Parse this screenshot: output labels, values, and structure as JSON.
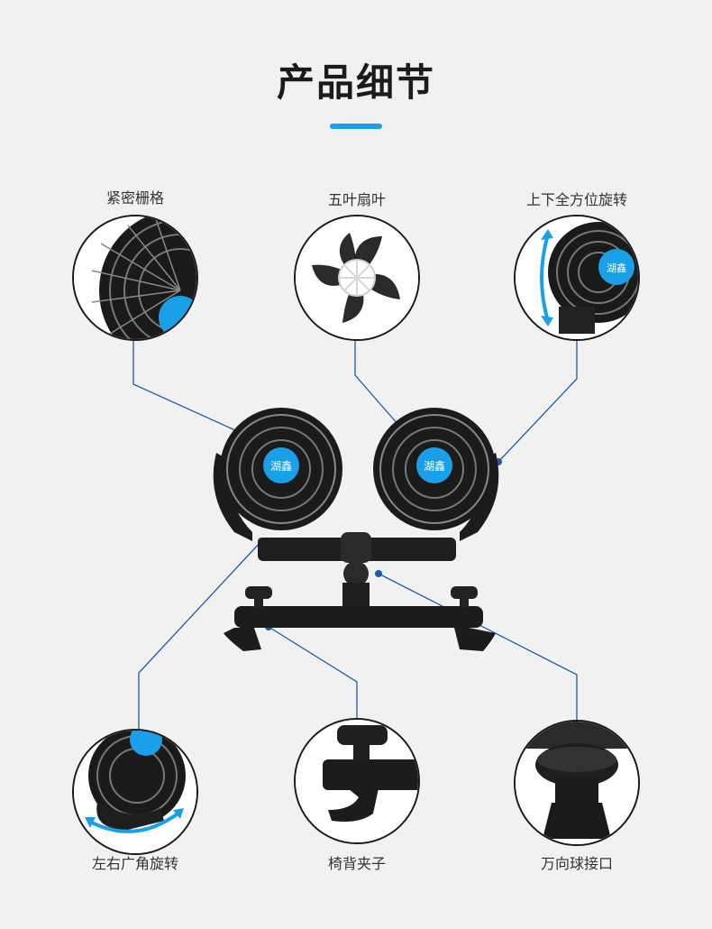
{
  "page": {
    "title": "产品细节",
    "accent_color": "#1aa0e8",
    "line_color": "#1d5aa8"
  },
  "features": {
    "grille": {
      "label": "紧密栅格"
    },
    "blades": {
      "label": "五叶扇叶"
    },
    "rotation": {
      "label": "上下全方位旋转"
    },
    "wide_angle": {
      "label": "左右广角旋转"
    },
    "clip": {
      "label": "椅背夹子"
    },
    "ball_joint": {
      "label": "万向球接口"
    }
  },
  "product": {
    "brand_logo_text": "湖鑫"
  }
}
